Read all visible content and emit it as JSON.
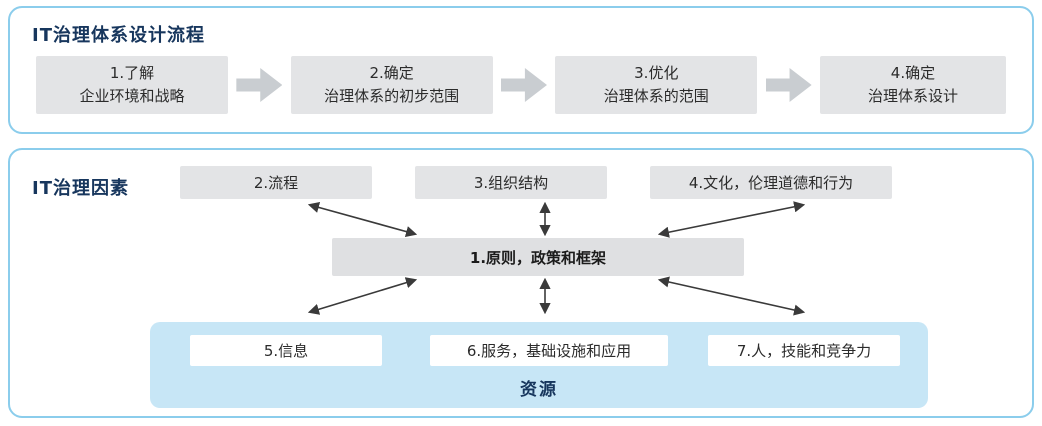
{
  "panel_top": {
    "title": "IT治理体系设计流程",
    "steps": [
      {
        "label": "1.了解\n企业环境和战略"
      },
      {
        "label": "2.确定\n治理体系的初步范围"
      },
      {
        "label": "3.优化\n治理体系的范围"
      },
      {
        "label": "4.确定\n治理体系设计"
      }
    ]
  },
  "panel_bottom": {
    "title": "IT治理因素",
    "top_factors": [
      {
        "label": "2.流程"
      },
      {
        "label": "3.组织结构"
      },
      {
        "label": "4.文化，伦理道德和行为"
      }
    ],
    "center_factor": {
      "label": "1.原则，政策和框架"
    },
    "resources": {
      "items": [
        {
          "label": "5.信息"
        },
        {
          "label": "6.服务，基础设施和应用"
        },
        {
          "label": "7.人，技能和竞争力"
        }
      ],
      "label": "资源"
    }
  },
  "colors": {
    "panel_border": "#8bcdec",
    "title_text": "#17365d",
    "gray_box": "#e3e4e6",
    "block_arrow": "#c9cdd1",
    "resources_bg": "#c7e6f6",
    "connector": "#3a3a3a"
  }
}
